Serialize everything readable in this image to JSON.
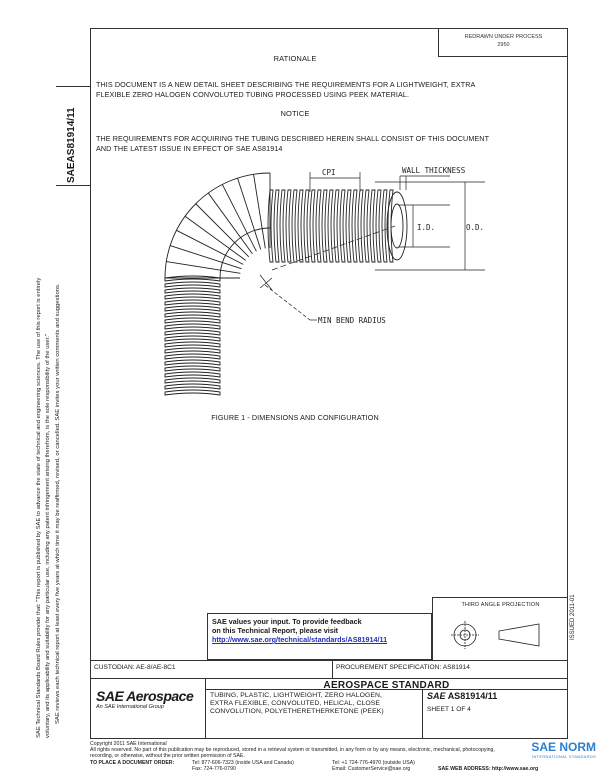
{
  "header": {
    "reference_lines": [
      "REDRAWN UNDER PROCESS",
      "2950"
    ]
  },
  "rationale": {
    "heading": "RATIONALE",
    "text_lines": [
      "THIS DOCUMENT IS A NEW DETAIL SHEET DESCRIBING THE REQUIREMENTS FOR A LIGHTWEIGHT, EXTRA",
      "FLEXIBLE ZERO HALOGEN CONVOLUTED TUBING PROCESSED USING PEEK MATERIAL."
    ]
  },
  "notice": {
    "heading": "NOTICE",
    "text_lines": [
      "THE REQUIREMENTS FOR ACQUIRING THE TUBING DESCRIBED HEREIN SHALL CONSIST OF THIS DOCUMENT",
      "AND THE LATEST ISSUE IN EFFECT OF SAE AS81914"
    ]
  },
  "side_tab": {
    "logo": "SAE",
    "doc_number": "AS81914/11"
  },
  "legal_left": {
    "lines": [
      "SAE Technical Standards Board Rules provide that: \"This report is published by SAE to advance the state of technical and engineering sciences. The use of this report is entirely",
      "voluntary, and its applicability and suitability for any particular use, including any patent infringement arising therefrom, is the sole responsibility of the user.\"",
      "SAE reviews each technical report at least every five years at which time it may be reaffirmed, revised, or cancelled. SAE invites your written comments and suggestions."
    ]
  },
  "issue_date_vertical": "ISSUED 2011-01",
  "figure": {
    "labels": {
      "cpi": "CPI",
      "wall_thickness": "WALL THICKNESS",
      "id": "I.D.",
      "od": "O.D.",
      "min_bend_radius": "MIN BEND RADIUS"
    },
    "caption": "FIGURE 1 - DIMENSIONS AND CONFIGURATION"
  },
  "feedback": {
    "lines": [
      "SAE values your input. To provide feedback",
      "on this Technical Report, please visit"
    ],
    "url": "http://www.sae.org/technical/standards/AS81914/11"
  },
  "third_angle": {
    "title": "THIRD ANGLE PROJECTION"
  },
  "title_block": {
    "custodian": "CUSTODIAN: AE-8/AE-8C1",
    "procurement": "PROCUREMENT SPECIFICATION: AS81914",
    "logo_main": "SAE Aerospace",
    "logo_sub": "An SAE International Group",
    "standard_title": "AEROSPACE STANDARD",
    "description_lines": [
      "TUBING, PLASTIC, LIGHTWEIGHT, ZERO HALOGEN,",
      "EXTRA FLEXIBLE, CONVOLUTED, HELICAL, CLOSE",
      "CONVOLUTION, POLYETHERETHERKETONE (PEEK)"
    ],
    "doc_logo": "SAE",
    "doc_number": "AS81914/11",
    "sheet": "SHEET 1 OF 4"
  },
  "footer": {
    "copyright_lines": [
      "Copyright 2011 SAE International",
      "All rights reserved. No part of this publication may be reproduced, stored in a retrieval system or transmitted, in any form or by any means, electronic, mechanical, photocopying,",
      "recording, or otherwise, without the prior written permission of SAE."
    ],
    "order_label": "TO PLACE A DOCUMENT ORDER:",
    "tel_1": "Tel: 877-606-7323 (inside USA and Canada)",
    "fax_1": "Fax: 724-776-0790",
    "tel_2": "Tel: +1 724-776-4970 (outside USA)",
    "email": "Email: CustomerService@sae.org",
    "web": "SAE WEB ADDRESS: http://www.sae.org"
  },
  "watermark": {
    "text": "SAE NORM",
    "subtext": "INTERNATIONAL STANDARDS"
  }
}
